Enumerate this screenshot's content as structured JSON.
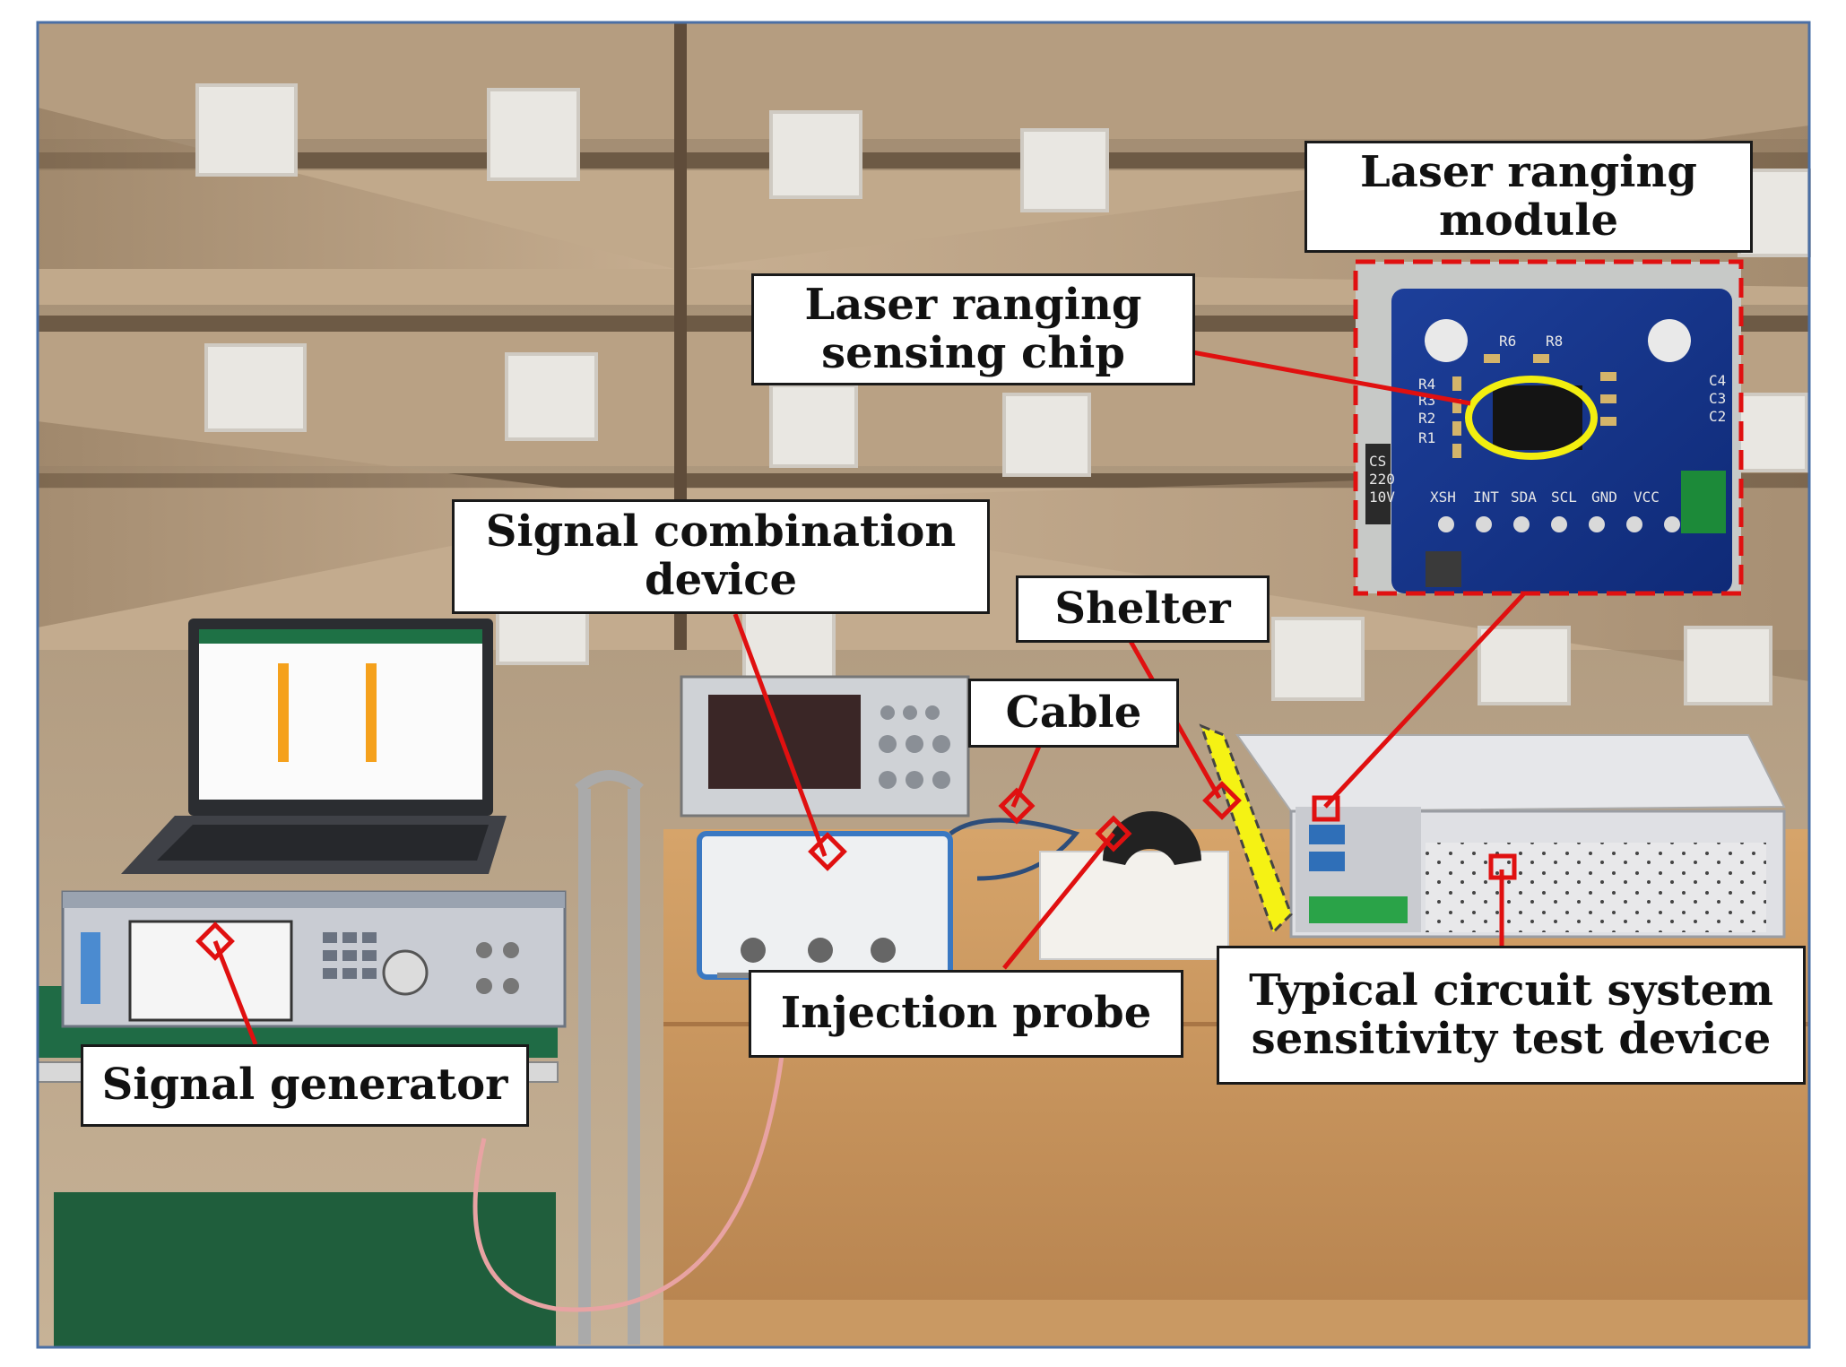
{
  "labels": {
    "laser_ranging_module": "Laser ranging\nmodule",
    "laser_ranging_sensing_chip": "Laser ranging\nsensing chip",
    "signal_combination_device": "Signal combination\ndevice",
    "shelter": "Shelter",
    "cable": "Cable",
    "injection_probe": "Injection probe",
    "typical_circuit_system": "Typical circuit system\nsensitivity test device",
    "signal_generator": "Signal generator"
  },
  "inset_board": {
    "silkscreen": [
      "R6",
      "R8",
      "R4",
      "R3",
      "R2",
      "R1",
      "C4",
      "C3",
      "C2",
      "XSH",
      "INT",
      "SDA",
      "SCL",
      "GND",
      "VCC",
      "CS",
      "220",
      "10V"
    ]
  },
  "colors": {
    "callout_line": "#e01010",
    "marker": "#e01010",
    "chip_highlight": "#f2ee10",
    "shelter_highlight": "#f5f214",
    "inset_border": "#e01010",
    "frame_border": "#4a6fa5"
  }
}
